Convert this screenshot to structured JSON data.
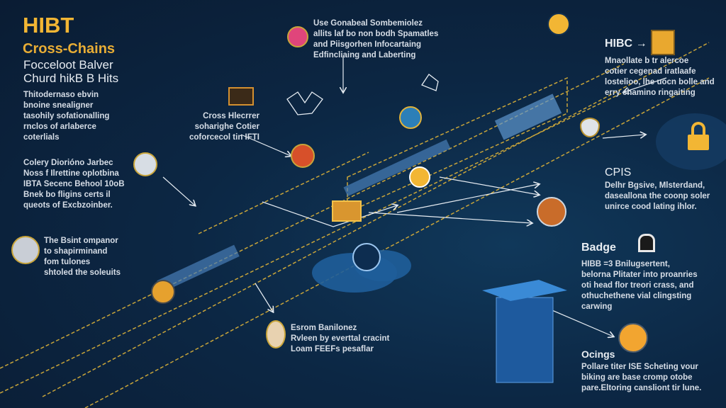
{
  "title": "HIBT",
  "subtitle": "Cross-Chains",
  "heading_lines": [
    "Focceloot Balver",
    "Churd hikB B Hits"
  ],
  "intro_lines": [
    "Thitodernaso ebvin",
    "bnoine snealigner",
    "tasohily sofationalling",
    "rnclos of arlaberce",
    "coterlials"
  ],
  "left_block_lines": [
    "Colery Diorióno Jarbec",
    "Noss f Ilrettine oplotbina",
    "IBTA Secenc Behool 10oB",
    "Bnek bo fligins certs il",
    "queots of Excbzoinber."
  ],
  "left_bottom_lines": [
    "The Bsint ompanor",
    "to shapirminand",
    "fom tulones",
    "shtoled the soleuits"
  ],
  "top_center_lines": [
    "Use Gonabeal Sombemiolez",
    "allits laf bo non bodh Spamatles",
    "and Piisgorhen Infocartaing",
    "Edfincliaing and Laberting"
  ],
  "cross_lines": [
    "Cross Hlecrrer",
    "soharighe Cotier",
    "coforcecol tin IFTI"
  ],
  "right_top": {
    "label": "HIBC",
    "arrow": "→",
    "lines": [
      "Mnaollate b tr alercoe",
      "cotier cegenad iratlaafe",
      "lostelioo, lhe uocn bolle and",
      "erry chamino ringaiting"
    ]
  },
  "cpis": {
    "label": "CPIS",
    "lines": [
      "Delhr Bgsive, Mlsterdand,",
      "daseallona the coonp soler",
      "unirce cood lating ihlor."
    ]
  },
  "badge": {
    "label": "Badge",
    "lines": [
      "HIBB =3 Bnilugsertent,",
      "belorna Plitater into proanries",
      "oti head flor treori crass, and",
      "othuchethene vial clingsting",
      "carwing"
    ]
  },
  "ocings": {
    "label": "Ocings",
    "lines": [
      "Pollare titer ISE Scheting vour",
      "biking are base cromp otobe",
      "pare.Eltoring cansliont tir lune."
    ]
  },
  "bottom_center_lines": [
    "Esrom Banilonez",
    "Rvleen by everttal cracint",
    "Loam FEEFs pesaflar"
  ],
  "colors": {
    "accent": "#f2b634",
    "background": "#0c2744",
    "cloud": "#1f5e9a",
    "line": "#c9a53a"
  }
}
